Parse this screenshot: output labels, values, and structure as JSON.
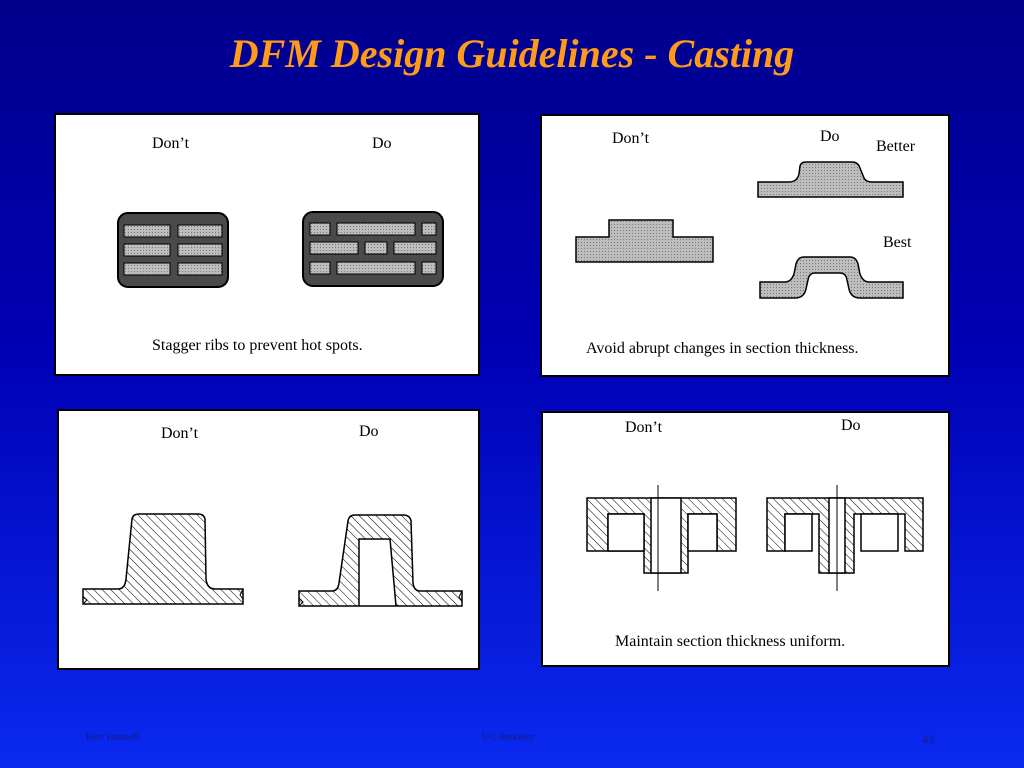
{
  "slide": {
    "title": "DFM Design Guidelines - Casting",
    "footer_left": "Ken Youssefi",
    "footer_center": "UC Berkeley",
    "page_number": "43"
  },
  "panels": [
    {
      "dont": "Don’t",
      "do": "Do",
      "caption": "Stagger ribs to prevent hot spots."
    },
    {
      "dont": "Don’t",
      "do": "Do",
      "better": "Better",
      "best": "Best",
      "caption": "Avoid abrupt changes in section thickness."
    },
    {
      "dont": "Don’t",
      "do": "Do"
    },
    {
      "dont": "Don’t",
      "do": "Do",
      "caption": "Maintain section thickness uniform."
    }
  ]
}
